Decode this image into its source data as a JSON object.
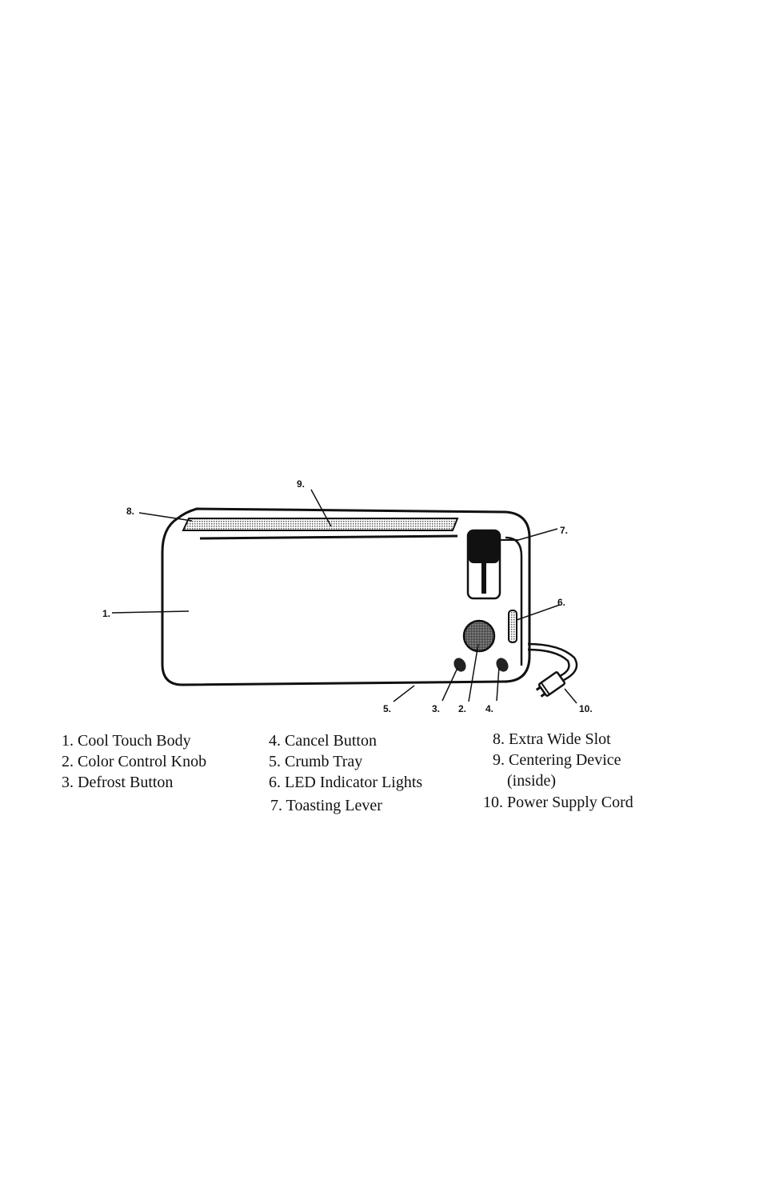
{
  "callouts": {
    "c1": "1.",
    "c2": "2.",
    "c3": "3.",
    "c4": "4.",
    "c5": "5.",
    "c6": "6.",
    "c7": "7.",
    "c8": "8.",
    "c9": "9.",
    "c10": "10."
  },
  "legend": {
    "item1": "1. Cool Touch Body",
    "item2": "2. Color Control Knob",
    "item3": "3. Defrost Button",
    "item4": "4. Cancel Button",
    "item5": "5. Crumb Tray",
    "item6": "6. LED Indicator Lights",
    "item7": "7. Toasting Lever",
    "item8": "8. Extra Wide Slot",
    "item9": "9. Centering Device",
    "item9b": "(inside)",
    "item10": "10. Power Supply Cord"
  }
}
